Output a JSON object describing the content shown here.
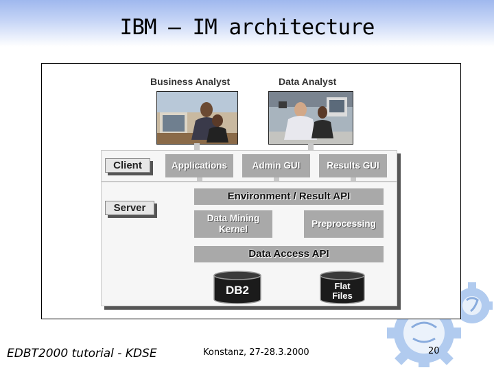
{
  "slide": {
    "title": "IBM – IM architecture"
  },
  "diagram": {
    "roles": [
      "Business Analyst",
      "Data Analyst"
    ],
    "client": {
      "tag": "Client",
      "modules": [
        "Applications",
        "Admin GUI",
        "Results GUI"
      ]
    },
    "server": {
      "tag": "Server",
      "environment_api": "Environment / Result API",
      "mining_kernel": [
        "Data Mining",
        "Kernel"
      ],
      "preprocessing": "Preprocessing",
      "data_access_api": "Data Access API",
      "stores": {
        "db2": "DB2",
        "flat_files": [
          "Flat",
          "Files"
        ]
      }
    }
  },
  "footer": {
    "left": "EDBT2000 tutorial - KDSE",
    "middle": "Konstanz, 27-28.3.2000",
    "page": "20"
  },
  "colors": {
    "title_band": "#9fb8ee",
    "box_gray": "#a9a9a9",
    "cylinder": "#1b1b1b",
    "logo_blue": "#8fb4e6"
  },
  "icons": [
    "university-logo"
  ]
}
